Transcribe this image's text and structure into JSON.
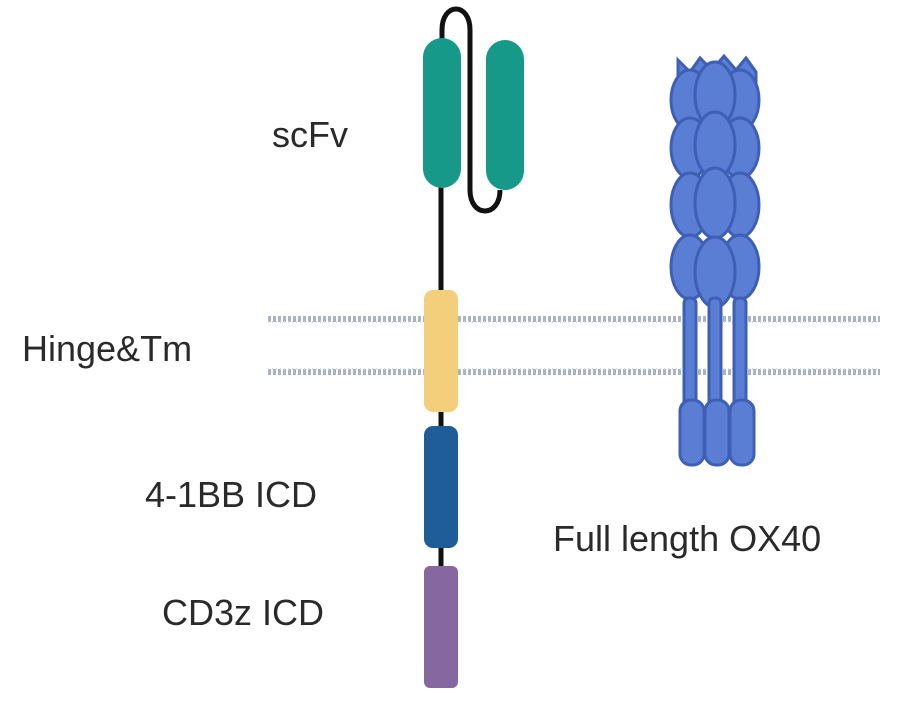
{
  "labels": {
    "scfv": "scFv",
    "hinge_tm": "Hinge&Tm",
    "bb_icd": "4-1BB ICD",
    "cd3z_icd": "CD3z ICD",
    "ox40": "Full length OX40"
  },
  "colors": {
    "scfv": "#17998a",
    "hinge_tm": "#f3cf7c",
    "bb_icd": "#1f5d99",
    "cd3z_icd": "#86679f",
    "ox40_fill": "#5a7ed3",
    "ox40_stroke": "#3d5fb5",
    "membrane": "#a8b4c4",
    "linker": "#111111",
    "text": "#2a2a2a"
  }
}
